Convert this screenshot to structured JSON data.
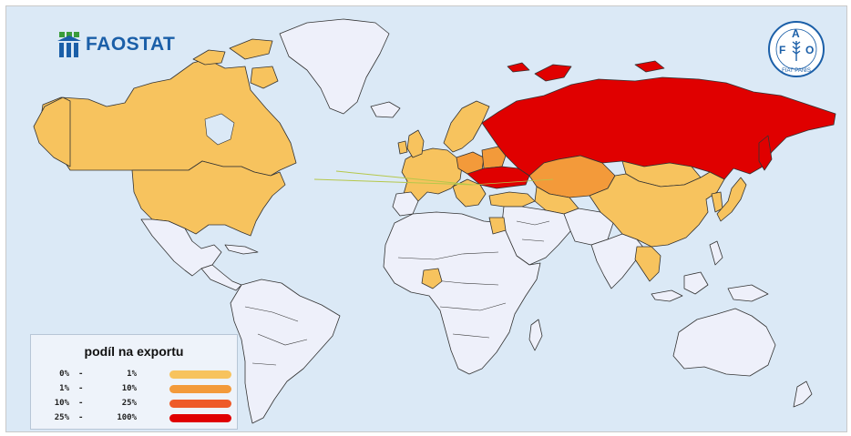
{
  "logo": {
    "text": "FAOSTAT"
  },
  "seal": {
    "letters": [
      "F",
      "A",
      "O"
    ],
    "motto": "FIAT PANIS"
  },
  "legend": {
    "title": "podíl na exportu",
    "classes": [
      {
        "low": "0%",
        "high": "1%",
        "color": "#f7c35e"
      },
      {
        "low": "1%",
        "high": "10%",
        "color": "#f39a3a"
      },
      {
        "low": "10%",
        "high": "25%",
        "color": "#ee5a28"
      },
      {
        "low": "25%",
        "high": "100%",
        "color": "#e00000"
      }
    ]
  },
  "colors": {
    "ocean": "#dbe9f6",
    "no_data": "#eef0fa",
    "border": "#333333",
    "flow_line": "#b5c74a",
    "brand_blue": "#1b5fa8",
    "brand_green": "#3a9c3a"
  },
  "map": {
    "countries": [
      {
        "name": "Russia",
        "class": "25% - 100%"
      },
      {
        "name": "Ukraine",
        "class": "25% - 100%"
      },
      {
        "name": "Kazakhstan",
        "class": "1% - 10%"
      },
      {
        "name": "Belarus",
        "class": "1% - 10%"
      },
      {
        "name": "Poland",
        "class": "1% - 10%"
      },
      {
        "name": "Canada",
        "class": "0% - 1%"
      },
      {
        "name": "United States",
        "class": "0% - 1%"
      },
      {
        "name": "China",
        "class": "0% - 1%"
      },
      {
        "name": "Mongolia",
        "class": "0% - 1%"
      },
      {
        "name": "Japan",
        "class": "0% - 1%"
      },
      {
        "name": "Korea",
        "class": "0% - 1%"
      },
      {
        "name": "Vietnam",
        "class": "0% - 1%"
      },
      {
        "name": "Thailand",
        "class": "0% - 1%"
      },
      {
        "name": "Nigeria",
        "class": "0% - 1%"
      },
      {
        "name": "Turkey",
        "class": "0% - 1%"
      },
      {
        "name": "Western Europe",
        "class": "0% - 1%"
      },
      {
        "name": "Scandinavia",
        "class": "0% - 1%"
      },
      {
        "name": "Uzbekistan",
        "class": "0% - 1%"
      }
    ]
  }
}
